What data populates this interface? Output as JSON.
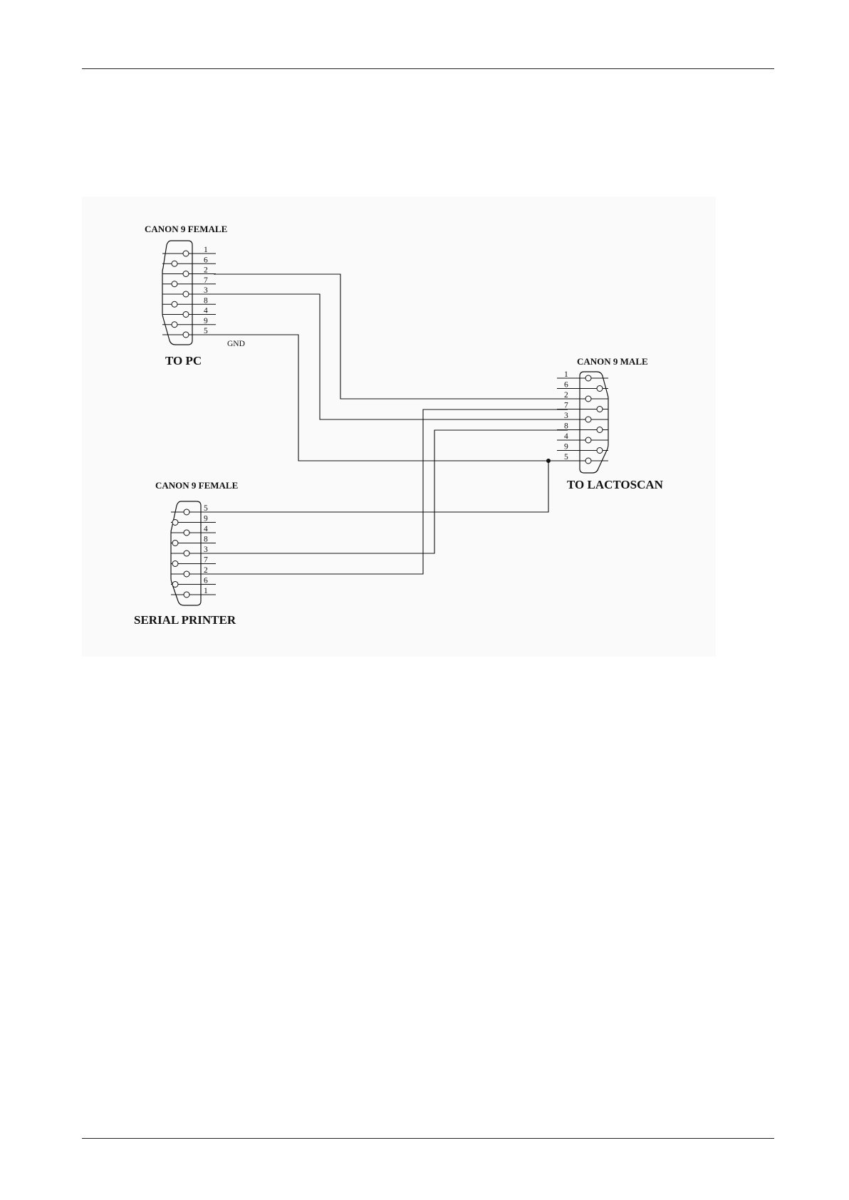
{
  "connectors": {
    "pc": {
      "title": "CANON 9 FEMALE",
      "label": "TO PC",
      "pins": [
        "1",
        "6",
        "2",
        "7",
        "3",
        "8",
        "4",
        "9",
        "5"
      ]
    },
    "lactoscan": {
      "title": "CANON 9 MALE",
      "label": "TO LACTOSCAN",
      "pins": [
        "1",
        "6",
        "2",
        "7",
        "3",
        "8",
        "4",
        "9",
        "5"
      ]
    },
    "printer": {
      "title": "CANON 9 FEMALE",
      "label": "SERIAL PRINTER",
      "pins": [
        "5",
        "9",
        "4",
        "8",
        "3",
        "7",
        "2",
        "6",
        "1"
      ]
    }
  },
  "gnd_label": "GND",
  "wiring": [
    {
      "from": "pc.2",
      "to": "lactoscan.2"
    },
    {
      "from": "pc.3",
      "to": "lactoscan.3"
    },
    {
      "from": "pc.5",
      "to": "lactoscan.5"
    },
    {
      "from": "printer.5",
      "to": "lactoscan.5"
    },
    {
      "from": "printer.3",
      "to": "lactoscan.8"
    },
    {
      "from": "printer.2",
      "to": "lactoscan.7"
    }
  ]
}
